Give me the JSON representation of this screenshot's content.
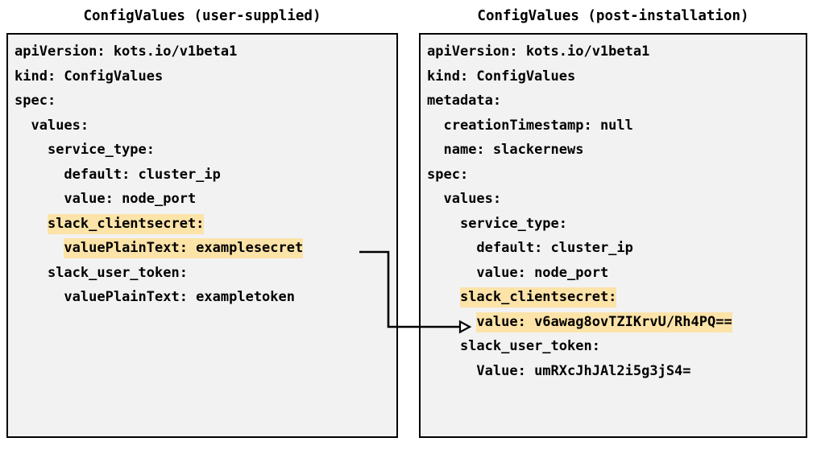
{
  "diagram": {
    "title_left": "ConfigValues (user-supplied)",
    "title_right": "ConfigValues (post-installation)",
    "highlight_color": "#FCE3A8",
    "box_background": "#F2F2F2",
    "border_color": "#000000",
    "connector_color": "#000000"
  },
  "left_panel": {
    "lines": [
      {
        "text": "apiVersion: kots.io/v1beta1",
        "highlight": false
      },
      {
        "text": "kind: ConfigValues",
        "highlight": false
      },
      {
        "text": "spec:",
        "highlight": false
      },
      {
        "text": "  values:",
        "highlight": false
      },
      {
        "text": "    service_type:",
        "highlight": false
      },
      {
        "text": "      default: cluster_ip",
        "highlight": false
      },
      {
        "text": "      value: node_port",
        "highlight": false
      },
      {
        "text": "    slack_clientsecret:",
        "highlight": true
      },
      {
        "text": "      valuePlainText: examplesecret",
        "highlight": true
      },
      {
        "text": "    slack_user_token:",
        "highlight": false
      },
      {
        "text": "      valuePlainText: exampletoken",
        "highlight": false
      }
    ]
  },
  "right_panel": {
    "lines": [
      {
        "text": "apiVersion: kots.io/v1beta1",
        "highlight": false
      },
      {
        "text": "kind: ConfigValues",
        "highlight": false
      },
      {
        "text": "metadata:",
        "highlight": false
      },
      {
        "text": "  creationTimestamp: null",
        "highlight": false
      },
      {
        "text": "  name: slackernews",
        "highlight": false
      },
      {
        "text": "spec:",
        "highlight": false
      },
      {
        "text": "  values:",
        "highlight": false
      },
      {
        "text": "    service_type:",
        "highlight": false
      },
      {
        "text": "      default: cluster_ip",
        "highlight": false
      },
      {
        "text": "      value: node_port",
        "highlight": false
      },
      {
        "text": "    slack_clientsecret:",
        "highlight": true
      },
      {
        "text": "      value: v6awag8ovTZIKrvU/Rh4PQ==",
        "highlight": true
      },
      {
        "text": "    slack_user_token:",
        "highlight": false
      },
      {
        "text": "      Value: umRXcJhJAl2i5g3jS4=",
        "highlight": false
      }
    ]
  }
}
